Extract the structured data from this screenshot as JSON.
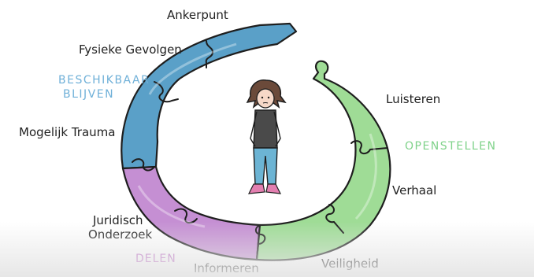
{
  "colors": {
    "blue": "#5aa0c8",
    "green": "#9fdc96",
    "purple": "#c58fd3",
    "outline": "#1e1e1e",
    "blue_text": "#6fb0d8",
    "green_text": "#7fd28a",
    "purple_text": "#c070c8"
  },
  "groups": {
    "blue": {
      "line1": "BESCHIKBAAR",
      "line2": "BLIJVEN"
    },
    "green": {
      "text": "OPENSTELLEN"
    },
    "purple": {
      "text": "DELEN"
    }
  },
  "steps": {
    "ankerpunt": "Ankerpunt",
    "fysieke_gevolgen": "Fysieke Gevolgen",
    "mogelijk_trauma": "Mogelijk Trauma",
    "juridisch": "Juridisch",
    "onderzoek": "Onderzoek",
    "informeren": "Informeren",
    "veiligheid": "Veiligheid",
    "verhaal": "Verhaal",
    "luisteren": "Luisteren"
  }
}
